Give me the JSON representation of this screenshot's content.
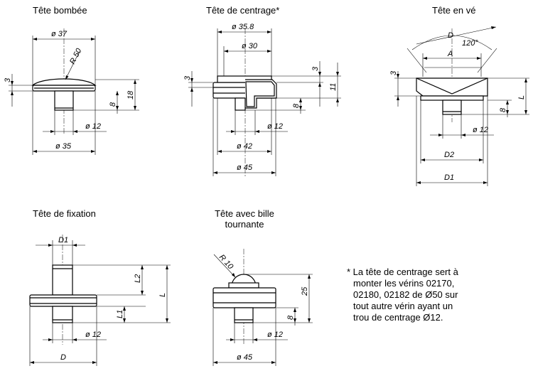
{
  "captions": {
    "tete_bombee": "Tête bombée",
    "tete_centrage": "Tête de centrage*",
    "tete_en_ve": "Tête en vé",
    "tete_fixation": "Tête de fixation",
    "tete_bille_line1": "Tête avec bille",
    "tete_bille_line2": "tournante"
  },
  "dims": {
    "bombee": {
      "top_dia": "ø 37",
      "radius": "R 50",
      "thick": "3",
      "height": "18",
      "stem": "8",
      "stem_dia": "ø 12",
      "base_dia": "ø 35"
    },
    "centrage": {
      "outer_top": "ø 35.8",
      "inner_top": "ø 30",
      "thick": "3",
      "step": "11",
      "stem": "8",
      "stem_dia": "ø 12",
      "mid_dia": "ø 42",
      "base_dia": "ø 45"
    },
    "ve": {
      "d": "D",
      "angle": "120°",
      "a": "A",
      "thick": "3",
      "l": "L",
      "stem": "8",
      "stem_dia": "ø 12",
      "d2": "D2",
      "d1": "D1"
    },
    "fixation": {
      "d1": "D1",
      "l2": "L2",
      "l": "L",
      "l1": "L1",
      "stem_dia": "ø 12",
      "d": "D"
    },
    "bille": {
      "radius": "R 10",
      "height": "25",
      "stem": "8",
      "stem_dia": "ø 12",
      "base_dia": "ø 45"
    }
  },
  "note": {
    "line1": "* La tête de centrage sert à",
    "line2": "monter les vérins 02170,",
    "line3": "02180, 02182 de Ø50 sur",
    "line4": "tout autre vérin ayant un",
    "line5": "trou de centrage Ø12."
  }
}
